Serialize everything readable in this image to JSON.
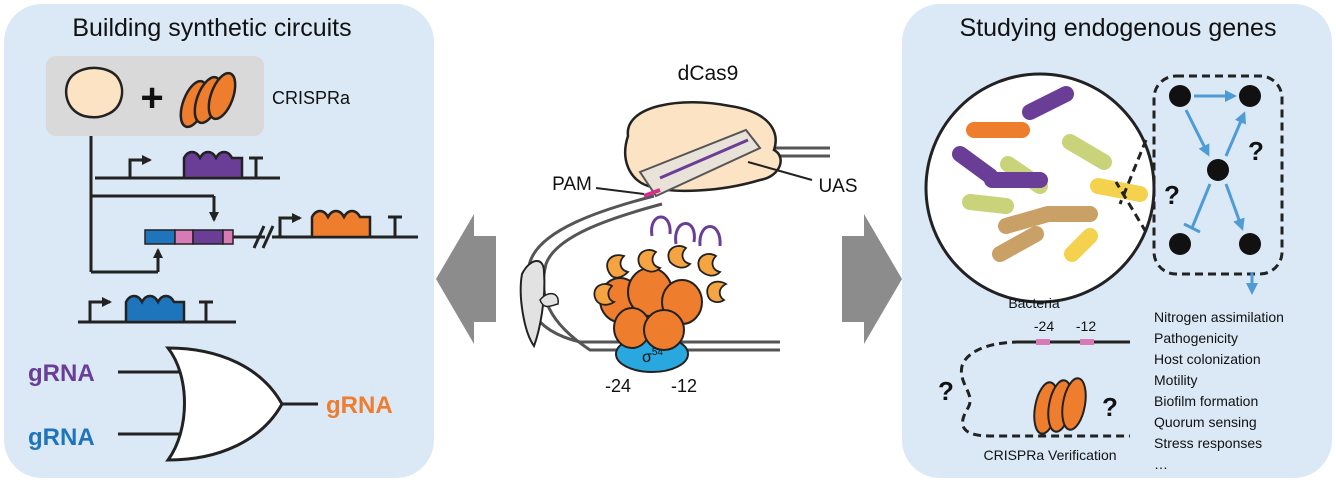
{
  "left_panel": {
    "title": "Building synthetic circuits",
    "crispra_label": "CRISPRa",
    "plus": "+",
    "gates": {
      "input_1": "gRNA",
      "input_2": "gRNA",
      "output": "gRNA"
    }
  },
  "center": {
    "dcas9_label": "dCas9",
    "pam_label": "PAM",
    "uas_label": "UAS",
    "sigma_label": "σ",
    "sigma_sup": "54",
    "pos_24": "-24",
    "pos_12": "-12"
  },
  "right_panel": {
    "title": "Studying endogenous genes",
    "bacteria_label": "Bacteria",
    "verification_label": "CRISPRa Verification",
    "pos_24": "-24",
    "pos_12": "-12",
    "question": "?",
    "applications": [
      "Nitrogen assimilation",
      "Pathogenicity",
      "Host colonization",
      "Motility",
      "Biofilm formation",
      "Quorum sensing",
      "Stress responses",
      "…"
    ]
  },
  "colors": {
    "panel_bg": "#dbe9f7",
    "purple": "#6a3d97",
    "blue": "#1f75bc",
    "orange": "#ee7d2d",
    "pink": "#d77ab5",
    "sigma": "#29a8e0",
    "arrow_gray": "#8c8c8c",
    "network_arrow": "#4f9bd6"
  }
}
